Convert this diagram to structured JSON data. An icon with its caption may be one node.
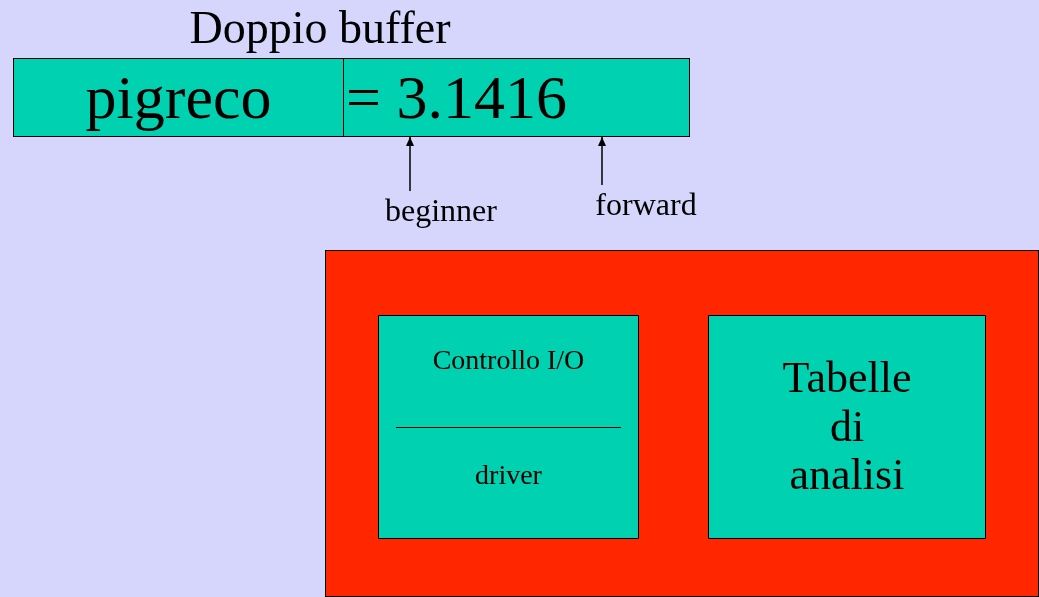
{
  "diagram": {
    "nodes": [
      {
        "text": [
          "Doppio buffer"
        ]
      },
      {
        "text": [
          "pigreco"
        ],
        "in": 0
      },
      {
        "text": [
          "= 3.1416"
        ],
        "in": 0
      },
      {
        "text": [
          "beginner"
        ]
      },
      {
        "text": [
          "forward"
        ]
      },
      {
        "text": [],
        "shape": "box"
      },
      {
        "text": [
          "Controllo I/O",
          "driver"
        ],
        "in": 5
      },
      {
        "text": [
          "Tabelle di analisi"
        ],
        "in": 5
      }
    ],
    "edges": [
      {
        "from": 3,
        "to": 2,
        "arrow": "to"
      },
      {
        "from": 4,
        "to": 2,
        "arrow": "to"
      }
    ]
  }
}
